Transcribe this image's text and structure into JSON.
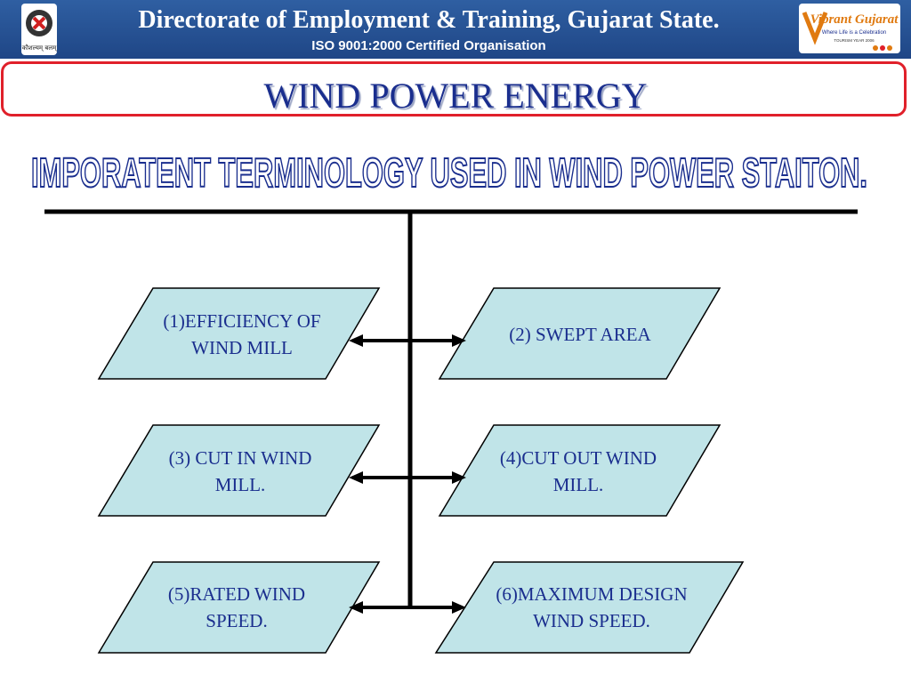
{
  "header": {
    "title": "Directorate of Employment & Training, Gujarat State.",
    "subtitle": "ISO 9001:2000 Certified Organisation",
    "left_logo_text": "कौशल्यम् बलम्",
    "right_logo_text": "Vibrant Gujarat",
    "right_logo_tagline": "Where Life is a Celebration",
    "right_logo_small": "TOURISM YEAR 2006"
  },
  "slide": {
    "title": "WIND POWER ENERGY",
    "subtitle": "IMPORATENT TERMINOLOGY USED IN WIND POWER STAITON."
  },
  "terms": [
    {
      "line1": "(1)EFFICIENCY OF",
      "line2": "WIND MILL"
    },
    {
      "line1": "(2) SWEPT AREA",
      "line2": ""
    },
    {
      "line1": "(3) CUT IN WIND",
      "line2": "MILL."
    },
    {
      "line1": "(4)CUT OUT WIND",
      "line2": "MILL."
    },
    {
      "line1": "(5)RATED WIND",
      "line2": "SPEED."
    },
    {
      "line1": "(6)MAXIMUM DESIGN",
      "line2": "WIND SPEED."
    }
  ],
  "colors": {
    "header_bg": "#2a57a0",
    "box_fill": "#c0e4e8",
    "title_color": "#1a2e8e",
    "border_red": "#e0202a"
  }
}
